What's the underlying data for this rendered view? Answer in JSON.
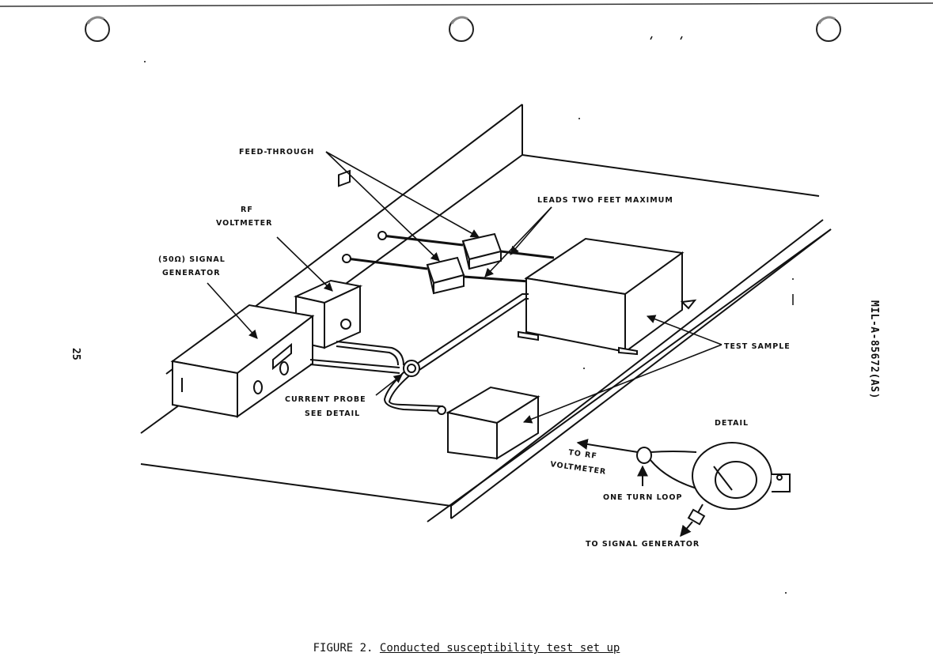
{
  "document": {
    "doc_id": "MIL-A-85672(AS)",
    "page_number": "25"
  },
  "figure": {
    "caption_prefix": "FIGURE 2.",
    "caption_title": "Conducted susceptibility test set up"
  },
  "labels": {
    "feed_through": "FEED-THROUGH",
    "rf_voltmeter_line1": "RF",
    "rf_voltmeter_line2": "VOLTMETER",
    "signal_gen_line1": "(50Ω) SIGNAL",
    "signal_gen_line2": "GENERATOR",
    "leads": "LEADS TWO FEET MAXIMUM",
    "test_sample": "TEST SAMPLE",
    "current_probe_line1": "CURRENT PROBE",
    "current_probe_line2": "SEE DETAIL",
    "detail": "DETAIL",
    "to_rf_line1": "TO RF",
    "to_rf_line2": "VOLTMETER",
    "one_turn_loop": "ONE TURN LOOP",
    "to_signal_generator": "TO SIGNAL GENERATOR"
  }
}
